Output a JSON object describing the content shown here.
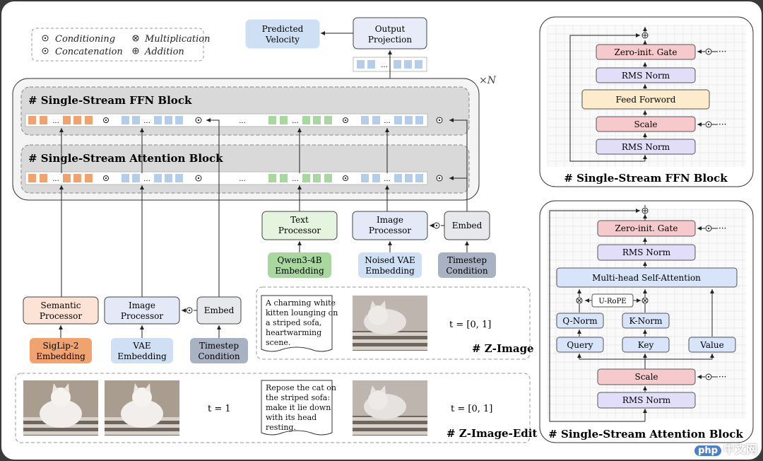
{
  "legend": {
    "conditioning": "Conditioning",
    "concatenation": "Concatenation",
    "multiplication": "Multiplication",
    "addition": "Addition"
  },
  "top": {
    "predicted_velocity": [
      "Predicted",
      "Velocity"
    ],
    "output_projection": [
      "Output",
      "Projection"
    ],
    "times_n": "×N"
  },
  "blocks": {
    "ffn_title": "# Single-Stream FFN Block",
    "attn_title": "# Single-Stream Attention Block"
  },
  "token_dots": "...",
  "inputs": {
    "text_processor": [
      "Text",
      "Processor"
    ],
    "image_processor": [
      "Image",
      "Processor"
    ],
    "embed": "Embed",
    "qwen_embedding": [
      "Qwen3-4B",
      "Embedding"
    ],
    "noised_vae_embedding": [
      "Noised VAE",
      "Embedding"
    ],
    "timestep_condition": [
      "Timestep",
      "Condition"
    ],
    "semantic_processor": [
      "Semantic",
      "Processor"
    ],
    "image_processor_left": [
      "Image",
      "Processor"
    ],
    "embed_left": "Embed",
    "siglip_embedding": [
      "SigLip-2",
      "Embedding"
    ],
    "vae_embedding": [
      "VAE",
      "Embedding"
    ],
    "timestep_condition_left": [
      "Timestep",
      "Condition"
    ]
  },
  "z_image": {
    "prompt": [
      "A charming white",
      "kitten lounging on",
      "a striped sofa,",
      "heartwarming",
      "scene."
    ],
    "t_label": "t = [0, 1]",
    "title": "# Z-Image"
  },
  "z_image_edit": {
    "t_label_1": "t = 1",
    "prompt": [
      "Repose the cat on",
      "the striped sofa:",
      "make it lie down",
      "with its head",
      "resting."
    ],
    "t_label_2": "t = [0, 1]",
    "title": "# Z-Image-Edit"
  },
  "ffn_detail": {
    "zero_gate": "Zero-init. Gate",
    "rms_norm_1": "RMS Norm",
    "feed_forward": "Feed Forword",
    "scale": "Scale",
    "rms_norm_2": "RMS Norm",
    "title": "# Single-Stream FFN Block"
  },
  "attn_detail": {
    "zero_gate": "Zero-init. Gate",
    "rms_norm_1": "RMS Norm",
    "mhsa": "Multi-head Self-Attention",
    "urope": "U-RoPE",
    "q_norm": "Q-Norm",
    "k_norm": "K-Norm",
    "query": "Query",
    "key": "Key",
    "value": "Value",
    "scale": "Scale",
    "rms_norm_2": "RMS Norm",
    "title": "# Single-Stream Attention Block"
  },
  "cond_ellipsis": "···",
  "watermark": [
    "php",
    "中文网"
  ],
  "colors": {
    "orange": "#f0a36e",
    "blue": "#b3cdea",
    "green": "#a8d8a0",
    "red_box": "#f6c9cd",
    "purple_box": "#e2defa",
    "yellow_box": "#fdeccb",
    "blue_box": "#d7e4fa"
  }
}
